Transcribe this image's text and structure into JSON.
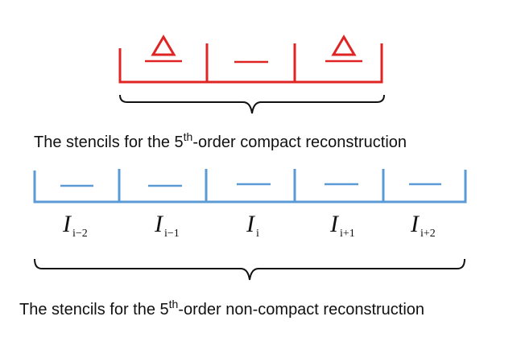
{
  "colors": {
    "compact": "#e02424",
    "noncompact": "#5b9bd5",
    "brace": "#111111",
    "text": "#111111"
  },
  "compact_stencil": {
    "cells": [
      {
        "marker": "delta-bar"
      },
      {
        "marker": "bar"
      },
      {
        "marker": "delta-bar"
      }
    ],
    "caption": {
      "before": "The stencils for the 5",
      "sup": "th",
      "after": "-order compact reconstruction"
    }
  },
  "noncompact_stencil": {
    "cells": [
      {
        "marker": "bar",
        "label": "I",
        "sub": "i−2"
      },
      {
        "marker": "bar",
        "label": "I",
        "sub": "i−1"
      },
      {
        "marker": "bar",
        "label": "I",
        "sub": "i"
      },
      {
        "marker": "bar",
        "label": "I",
        "sub": "i+1"
      },
      {
        "marker": "bar",
        "label": "I",
        "sub": "i+2"
      }
    ],
    "caption": {
      "before": "The stencils for the 5",
      "sup": "th",
      "after": "-order non-compact reconstruction"
    }
  }
}
